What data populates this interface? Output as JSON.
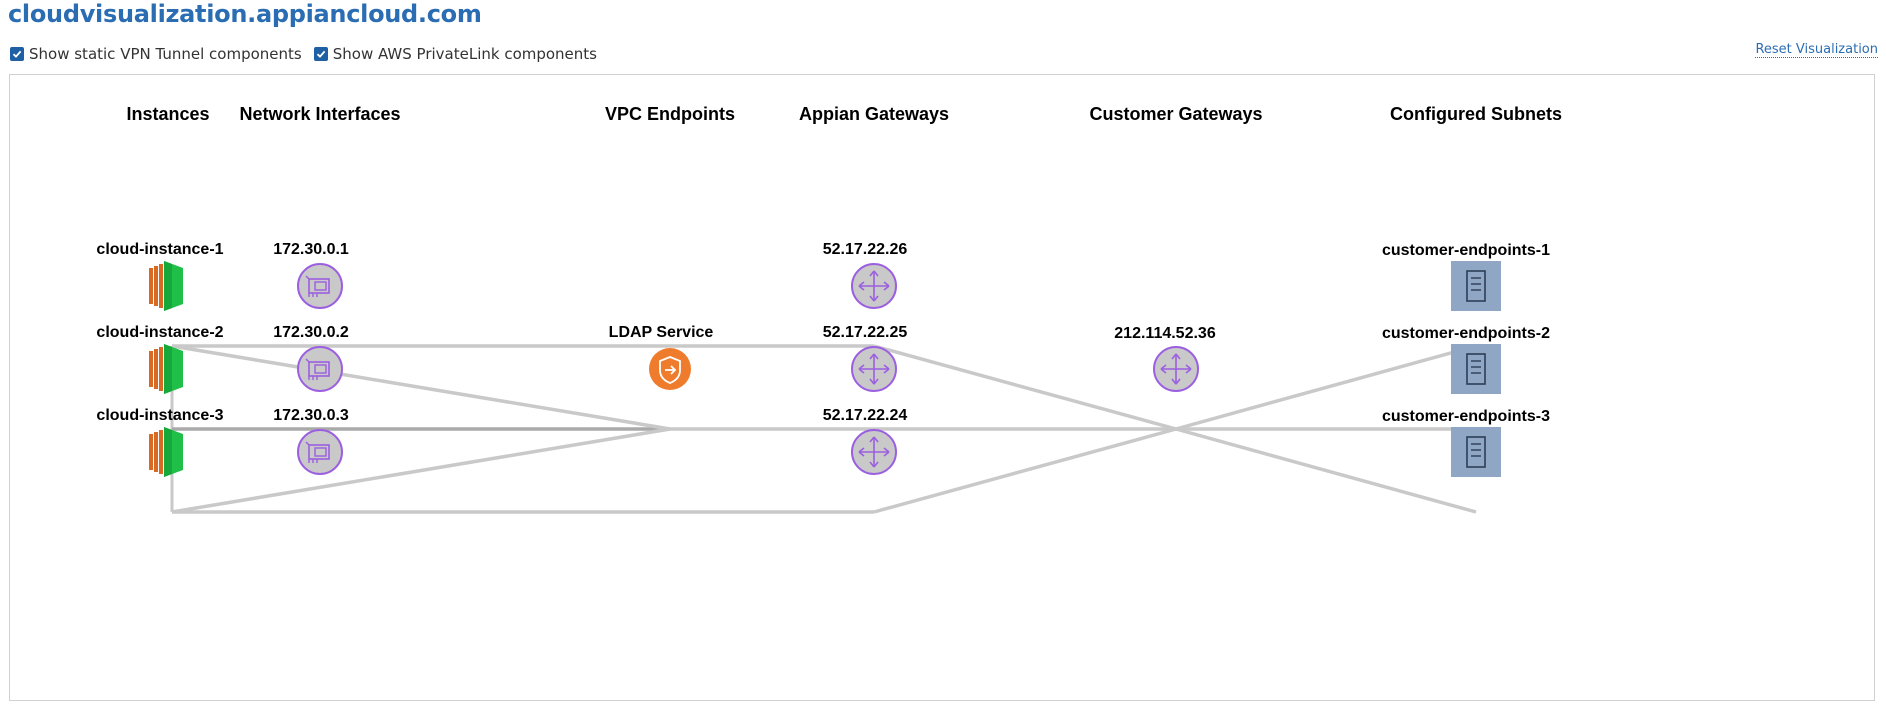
{
  "page_title": "cloudvisualization.appiancloud.com",
  "options": {
    "vpn_label": "Show static VPN Tunnel components",
    "vpn_checked": true,
    "privatelink_label": "Show AWS PrivateLink components",
    "privatelink_checked": true
  },
  "reset_label": "Reset Visualization",
  "columns": {
    "instances": "Instances",
    "network_interfaces": "Network Interfaces",
    "vpc_endpoints": "VPC Endpoints",
    "appian_gateways": "Appian Gateways",
    "customer_gateways": "Customer Gateways",
    "configured_subnets": "Configured Subnets"
  },
  "instances": [
    "cloud-instance-1",
    "cloud-instance-2",
    "cloud-instance-3"
  ],
  "network_interfaces": [
    "172.30.0.1",
    "172.30.0.2",
    "172.30.0.3"
  ],
  "vpc_endpoint": "LDAP Service",
  "appian_gateways": [
    "52.17.22.26",
    "52.17.22.25",
    "52.17.22.24"
  ],
  "customer_gateway": "212.114.52.36",
  "subnets": [
    "customer-endpoints-1",
    "customer-endpoints-2",
    "customer-endpoints-3"
  ],
  "colors": {
    "title": "#2b6db3",
    "instance_green": "#1fbf48",
    "instance_orange": "#d96a23",
    "gateway_purple": "#9b5fe0",
    "node_gray": "#c9c9c9",
    "endpoint_orange": "#ef7b2c",
    "subnet_blue": "#8fa6c4",
    "edge": "#c9c9c9"
  }
}
